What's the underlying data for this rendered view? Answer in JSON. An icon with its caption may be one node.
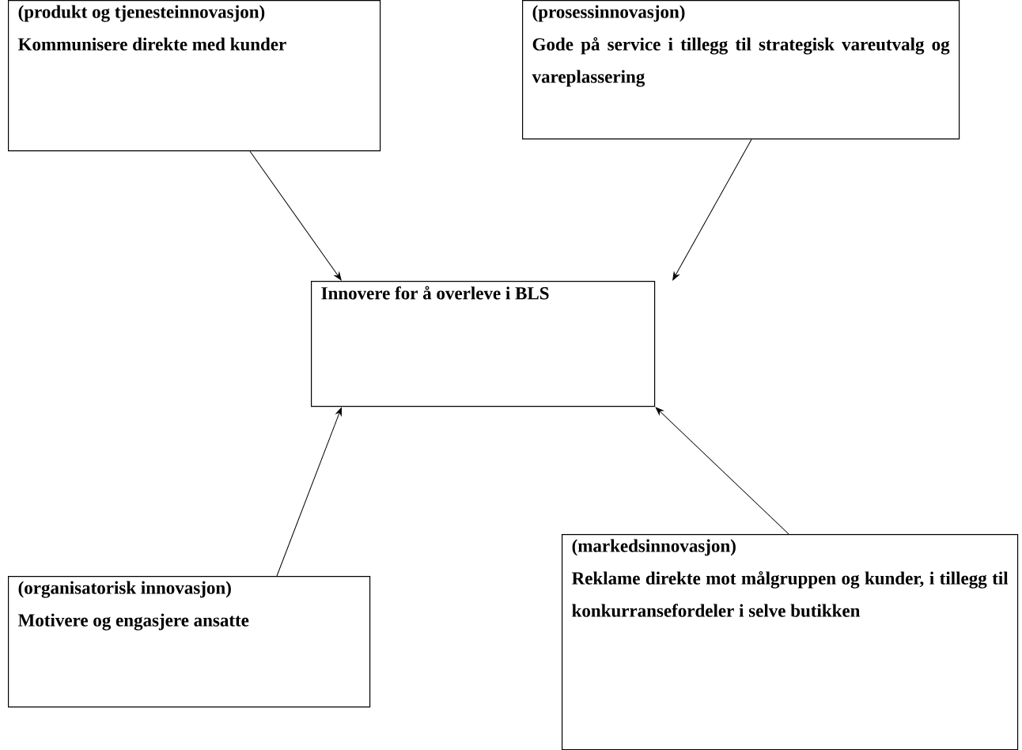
{
  "diagram": {
    "nodes": [
      {
        "text": [
          "(produkt og tjenesteinnovasjon)",
          "Kommunisere direkte med kunder"
        ]
      },
      {
        "text": [
          "(prosessinnovasjon)",
          "Gode på service i tillegg til strategisk vareutvalg og vareplassering"
        ]
      },
      {
        "text": [
          "Innovere for å overleve i BLS"
        ]
      },
      {
        "text": [
          "(organisatorisk innovasjon)",
          "Motivere og engasjere ansatte"
        ]
      },
      {
        "text": [
          "(markedsinnovasjon)",
          "Reklame direkte mot målgruppen og kunder, i tillegg til konkurransefordeler i selve butikken"
        ]
      }
    ],
    "edges": [
      {
        "from": 0,
        "to": 2,
        "arrow": "to"
      },
      {
        "from": 1,
        "to": 2,
        "arrow": "to"
      },
      {
        "from": 3,
        "to": 2,
        "arrow": "to"
      },
      {
        "from": 4,
        "to": 2,
        "arrow": "to"
      }
    ]
  }
}
